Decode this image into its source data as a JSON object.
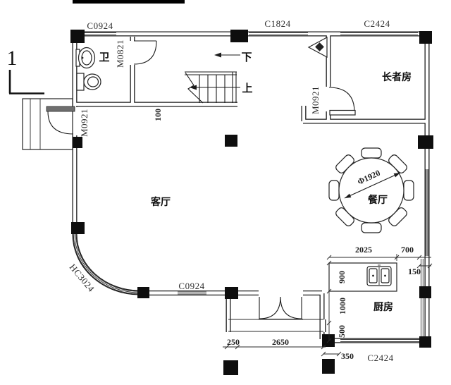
{
  "drawing": {
    "section_mark": "1",
    "rooms": {
      "bathroom": "卫",
      "elder_room": "长者房",
      "living_room": "客厅",
      "dining_room": "餐厅",
      "kitchen": "厨房"
    },
    "windows": {
      "top_left": "C0924",
      "top_middle": "C1824",
      "top_right": "C2424",
      "bottom_left": "C0924",
      "bottom_right": "C2424",
      "curved_bay": "HC3024"
    },
    "doors": {
      "bathroom_door": "M0821",
      "entry_door": "M0921",
      "elder_room_door": "M0921"
    },
    "stairs": {
      "up_label": "上",
      "down_label": "下"
    },
    "dimensions": {
      "hall_offset": "100",
      "table_diameter": "Φ1920",
      "kitchen_width": "2025",
      "kitchen_right_gap": "700",
      "kitchen_wall_inset": "150",
      "kitchen_depth_1": "900",
      "kitchen_depth_2": "1000",
      "kitchen_depth_3": "500",
      "porch_left": "250",
      "porch_width": "2650",
      "kitchen_window_offset": "350"
    },
    "colors": {
      "line": "#1b1b1b",
      "background": "#ffffff"
    }
  }
}
